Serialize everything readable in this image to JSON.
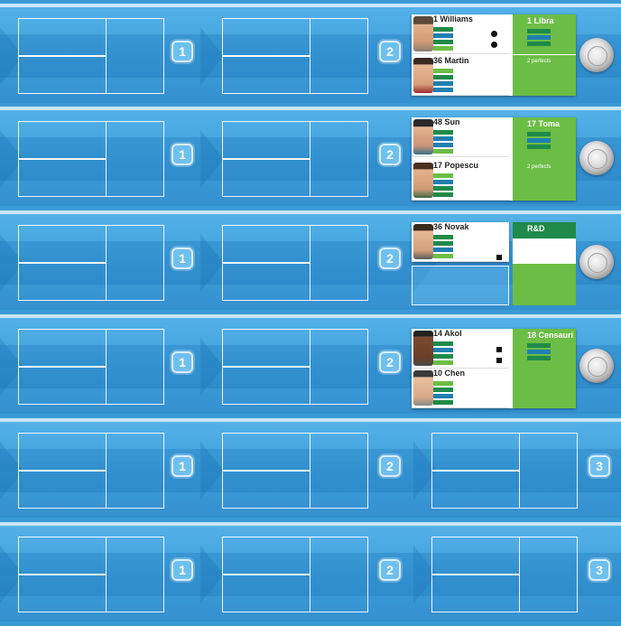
{
  "board": {
    "rows": [
      {
        "badges": [
          "1",
          "2"
        ],
        "has_disc": true
      },
      {
        "badges": [
          "1",
          "2"
        ],
        "has_disc": true
      },
      {
        "badges": [
          "1",
          "2"
        ],
        "has_disc": true
      },
      {
        "badges": [
          "1",
          "2"
        ],
        "has_disc": true
      },
      {
        "badges": [
          "1",
          "2",
          "3"
        ],
        "has_disc": false
      },
      {
        "badges": [
          "1",
          "2",
          "3"
        ],
        "has_disc": false
      }
    ]
  },
  "cards": {
    "row1": {
      "players": [
        "1 Williams",
        "36 Martin"
      ],
      "team": "1 Libra",
      "team_line": "2 perfects"
    },
    "row2": {
      "players": [
        "48 Sun",
        "17 Popescu"
      ],
      "team": "17 Toma",
      "team_line": "2 perfects"
    },
    "row3": {
      "players": [
        "36 Novak"
      ],
      "team": "R&D"
    },
    "row4": {
      "players": [
        "14 Akol",
        "10 Chen"
      ],
      "team": "18 Censauri"
    }
  },
  "colors": {
    "board": "#3a9ad6",
    "card_green": "#6cbd45",
    "card_dark_green": "#1f8a4a"
  }
}
